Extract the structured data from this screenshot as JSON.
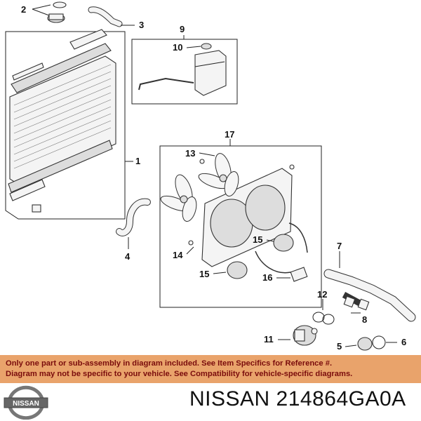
{
  "callouts": {
    "c1": "1",
    "c2": "2",
    "c3": "3",
    "c4": "4",
    "c5": "5",
    "c6": "6",
    "c7": "7",
    "c8": "8",
    "c9": "9",
    "c10": "10",
    "c11": "11",
    "c12": "12",
    "c13": "13",
    "c14": "14",
    "c15a": "15",
    "c15b": "15",
    "c16": "16",
    "c17": "17"
  },
  "banner": {
    "line1": "Only one part or sub-assembly in diagram included. See Item Specifics for Reference #.",
    "line2": "Diagram may not be specific to your vehicle. See Compatibility for vehicle-specific diagrams."
  },
  "brand": {
    "logo_text": "NISSAN"
  },
  "part_number": "NISSAN 214864GA0A",
  "colors": {
    "banner_bg": "#e9a36b",
    "banner_text": "#7a0c0c"
  }
}
